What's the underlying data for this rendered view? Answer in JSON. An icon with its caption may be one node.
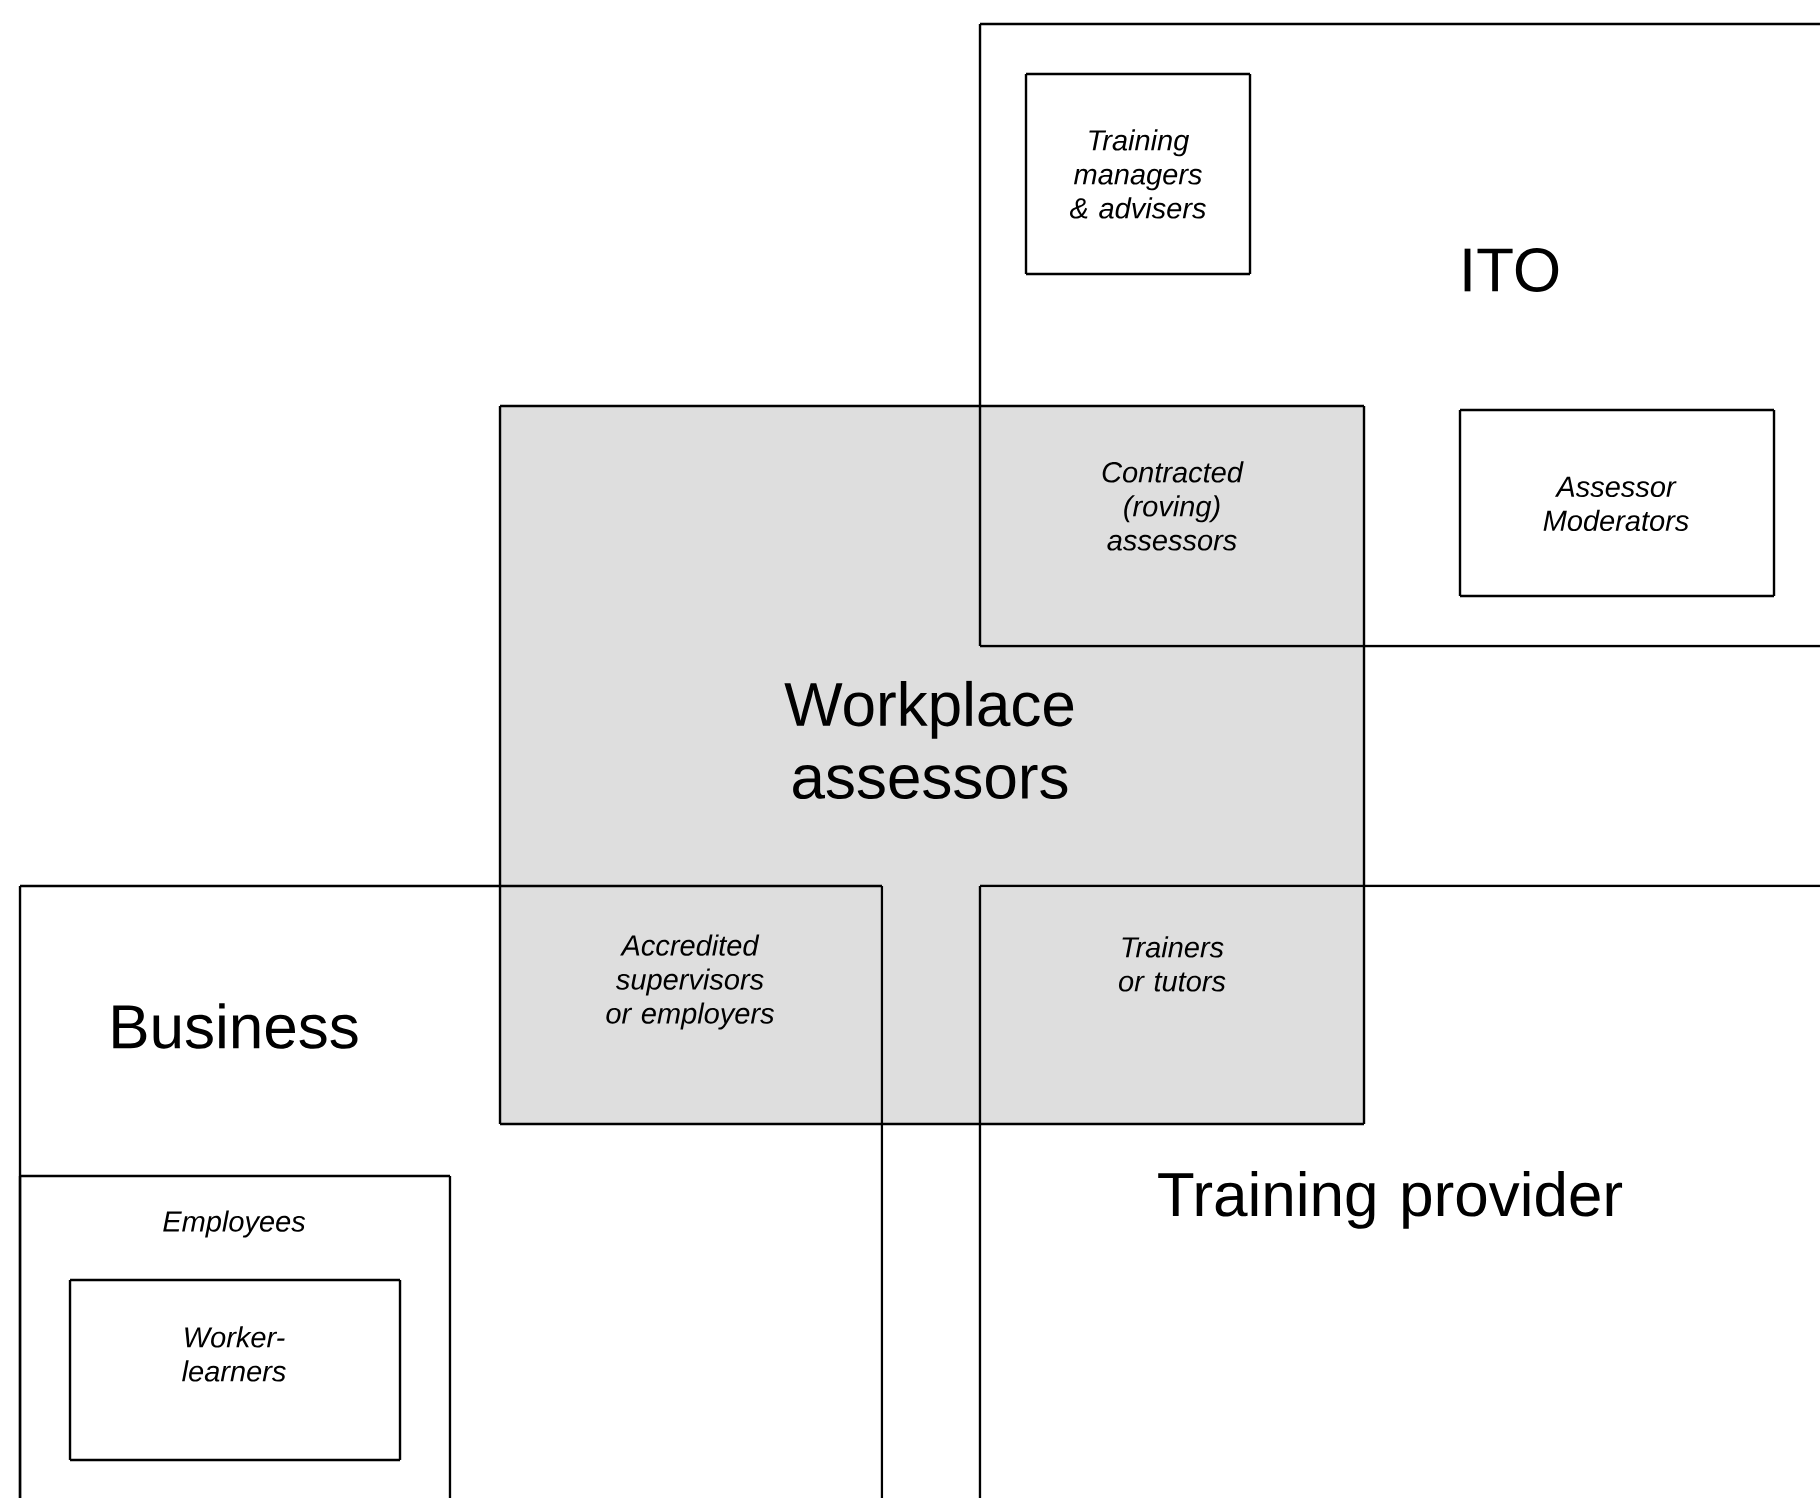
{
  "diagram": {
    "nodes": [
      {
        "text": [
          "ITO"
        ]
      },
      {
        "text": [
          "Training managers & advisers"
        ],
        "in": 0
      },
      {
        "text": [
          "Workplace assessors"
        ]
      },
      {
        "text": [
          "Contracted (roving) assessors"
        ]
      },
      {
        "text": [
          "Assessor Moderators"
        ],
        "in": 0
      },
      {
        "text": [
          "Business"
        ]
      },
      {
        "text": [
          "Accredited supervisors or employers"
        ]
      },
      {
        "text": [
          "Trainers or tutors"
        ]
      },
      {
        "text": [
          "Training provider"
        ]
      },
      {
        "text": [
          "Employees"
        ],
        "in": 5
      },
      {
        "text": [
          "Worker-learners"
        ],
        "in": 9
      }
    ]
  }
}
